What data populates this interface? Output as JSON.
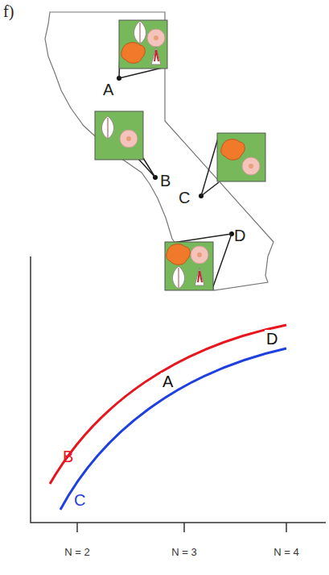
{
  "diagram": {
    "labels": [
      "f)",
      "A",
      "B",
      "C",
      "D",
      "B",
      "A",
      "D",
      "C",
      "N = 2",
      "N = 3",
      "N = 4"
    ]
  }
}
